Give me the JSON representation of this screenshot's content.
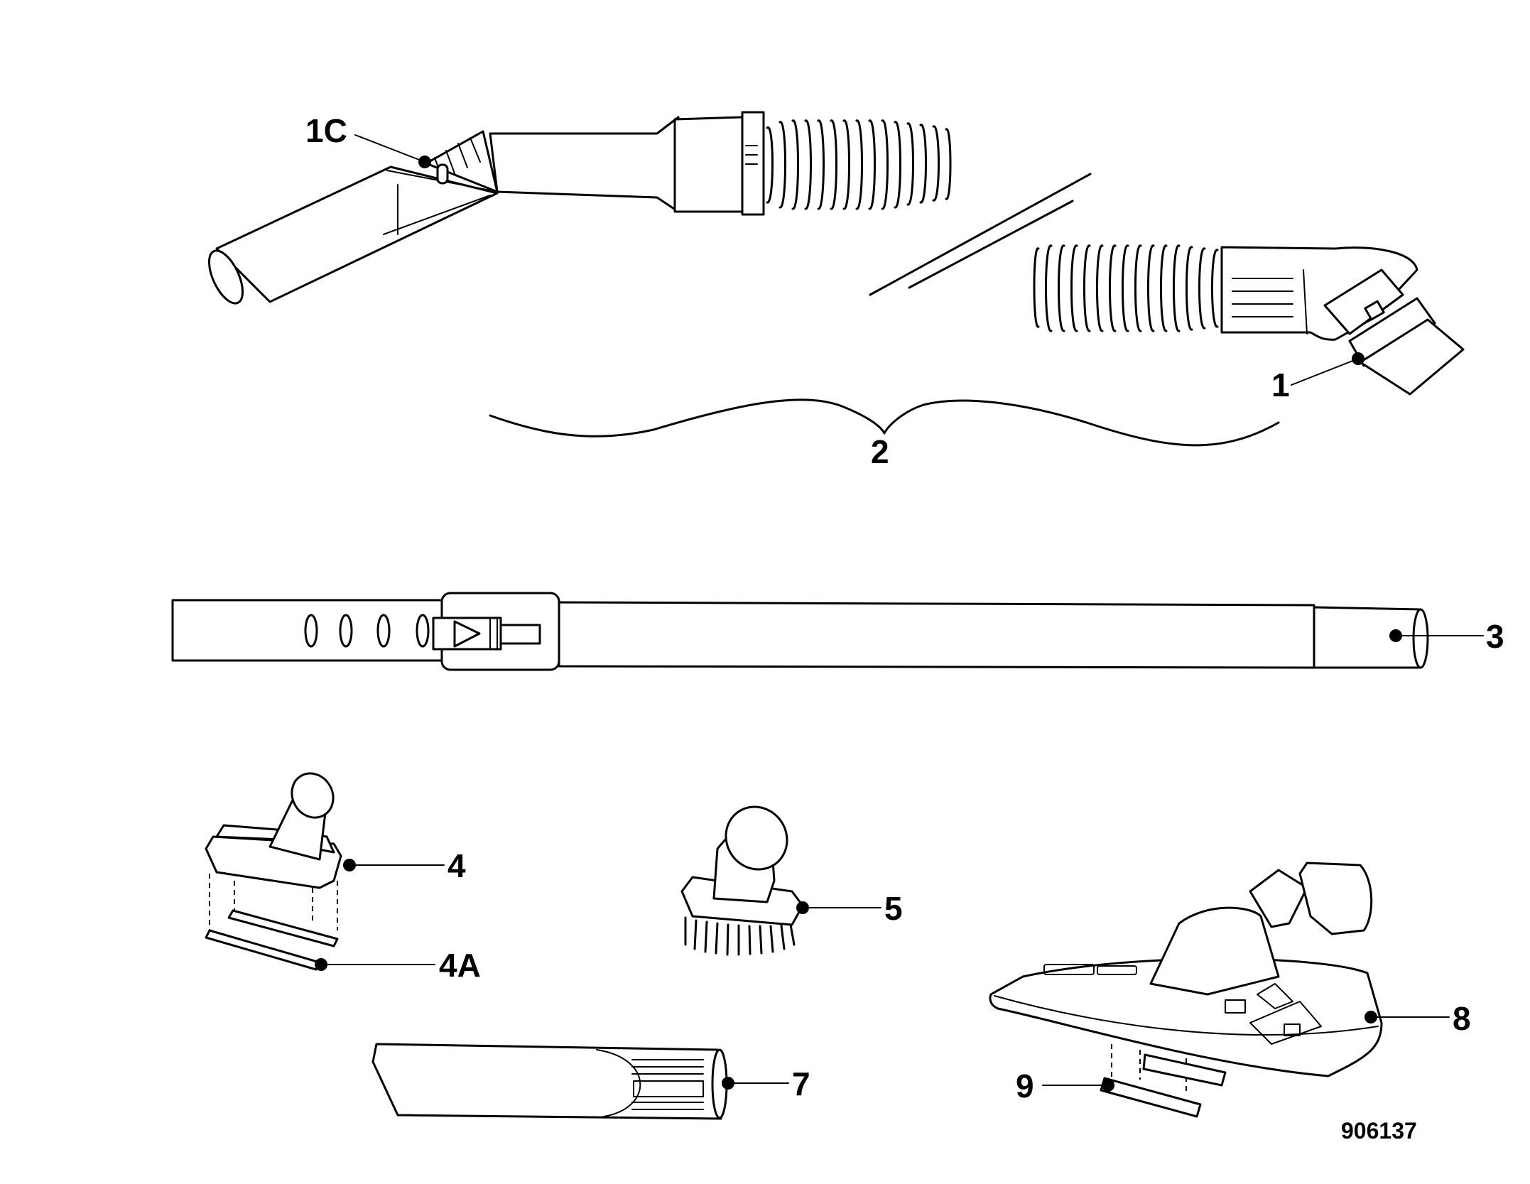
{
  "callouts": {
    "c1C": "1C",
    "c1": "1",
    "c2": "2",
    "c3": "3",
    "c4": "4",
    "c4A": "4A",
    "c5": "5",
    "c7": "7",
    "c8": "8",
    "c9": "9"
  },
  "reference_number": "906137"
}
